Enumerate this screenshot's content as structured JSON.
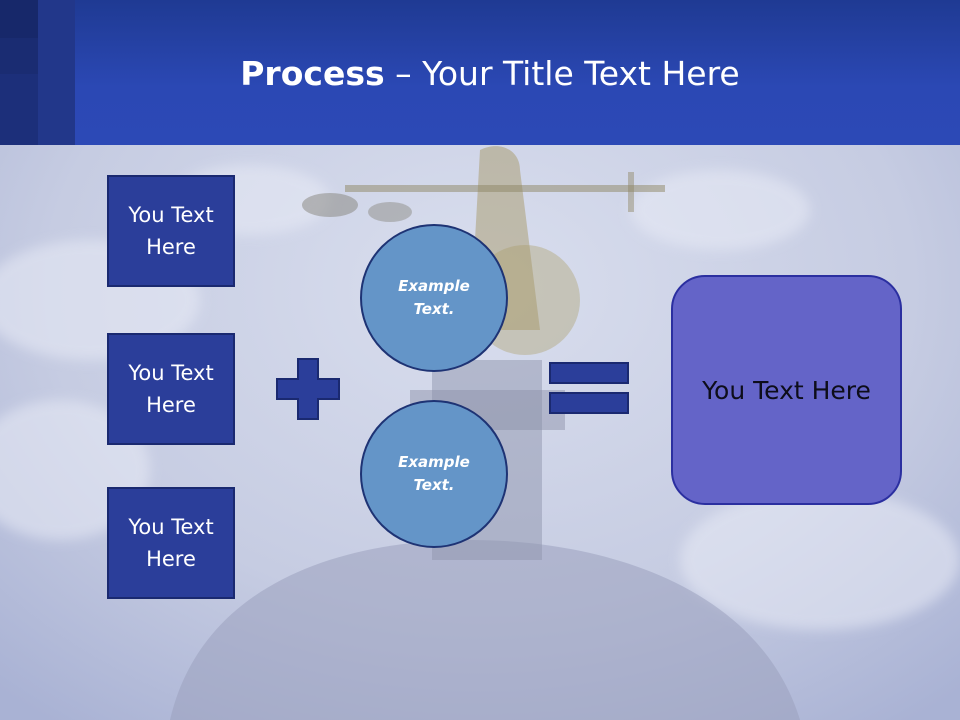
{
  "header": {
    "title_bold": "Process",
    "title_rest": " – Your Title Text Here"
  },
  "left_boxes": [
    {
      "label": "You Text Here"
    },
    {
      "label": "You Text Here"
    },
    {
      "label": "You Text Here"
    }
  ],
  "circles": [
    {
      "label": "Example Text."
    },
    {
      "label": "Example Text."
    }
  ],
  "result": {
    "label": "You Text Here"
  },
  "colors": {
    "header": "#2b48b4",
    "box_fill": "#2b3e9a",
    "circle_fill": "#6495c8",
    "result_fill": "#6464c8",
    "operator_fill": "#2b3e9a"
  },
  "icons": {
    "operator_1": "plus-icon",
    "operator_2": "equals-icon"
  }
}
